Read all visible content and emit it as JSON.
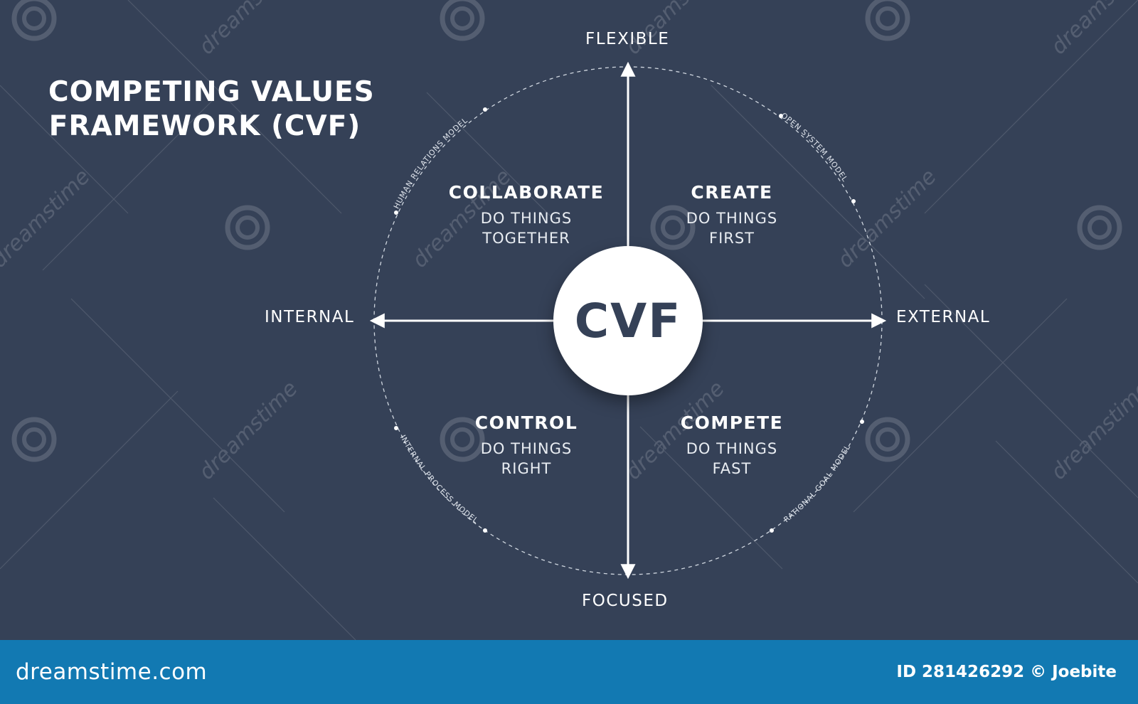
{
  "title_lines": [
    "COMPETING VALUES",
    "FRAMEWORK (CVF)"
  ],
  "center_label": "CVF",
  "axes": {
    "top": "FLEXIBLE",
    "bottom": "FOCUSED",
    "left": "INTERNAL",
    "right": "EXTERNAL"
  },
  "quadrants": {
    "top_left": {
      "title": "COLLABORATE",
      "lines": [
        "DO THINGS",
        "TOGETHER"
      ]
    },
    "top_right": {
      "title": "CREATE",
      "lines": [
        "DO THINGS",
        "FIRST"
      ]
    },
    "bottom_left": {
      "title": "CONTROL",
      "lines": [
        "DO THINGS",
        "RIGHT"
      ]
    },
    "bottom_right": {
      "title": "COMPETE",
      "lines": [
        "DO THINGS",
        "FAST"
      ]
    }
  },
  "models": {
    "top_left": "HUMAN RELATIONS MODEL",
    "top_right": "OPEN SYSTEM MODEL",
    "bottom_left": "INTERNAL PROCESS MODEL",
    "bottom_right": "RATIONAL GOAL MODEL"
  },
  "watermark": "dreamstime",
  "footer": {
    "brand": "dreamstime.com",
    "credit": "ID 281426292 © Joebite"
  },
  "colors": {
    "background": "#354157",
    "footer": "#1279b2",
    "foreground": "#ffffff"
  }
}
